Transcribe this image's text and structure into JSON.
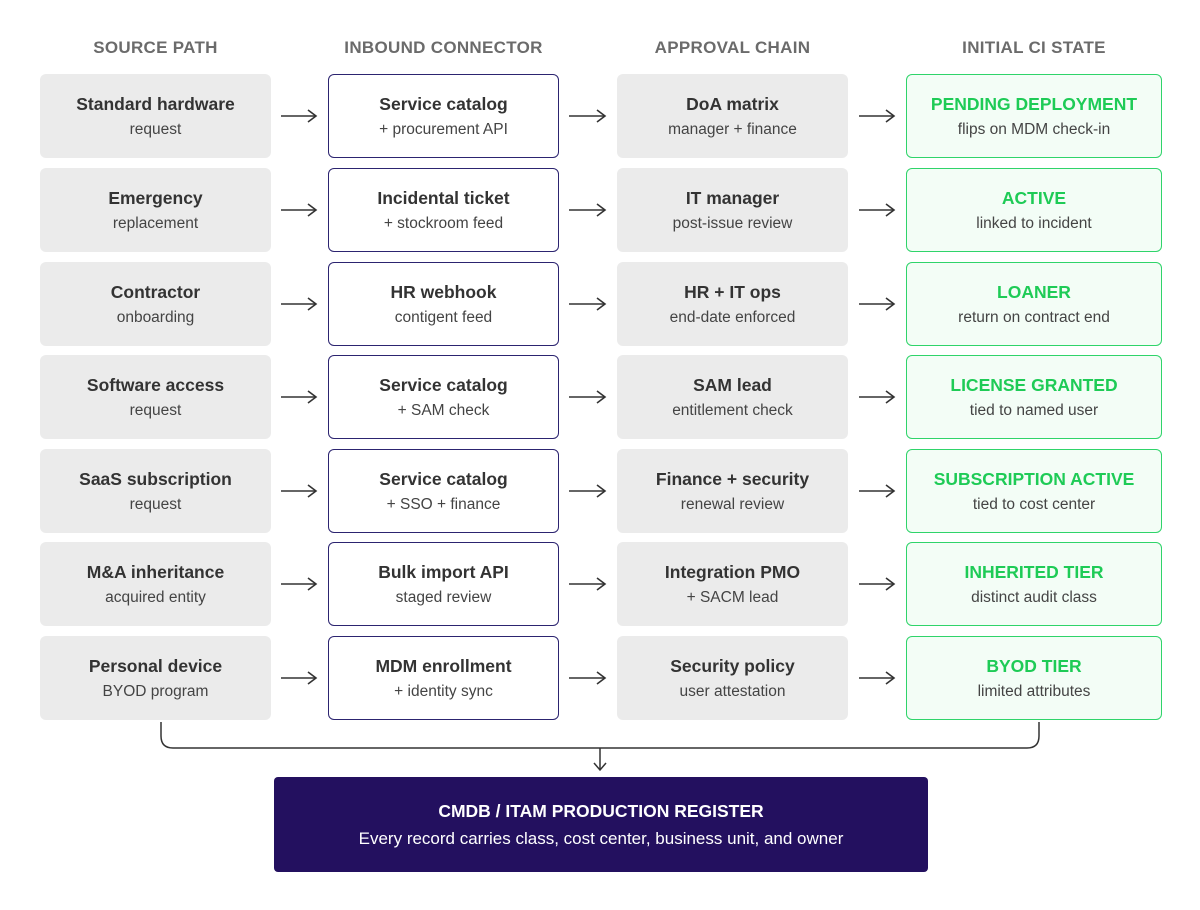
{
  "headers": [
    "SOURCE PATH",
    "INBOUND CONNECTOR",
    "APPROVAL CHAIN",
    "INITIAL CI STATE"
  ],
  "colors": {
    "connector_border": "#2c2470",
    "state_green": "#1ecb56",
    "register_bg": "#23105f",
    "neutral_box": "#ebebeb"
  },
  "rows": [
    {
      "source": {
        "title": "Standard hardware",
        "sub": "request"
      },
      "connector": {
        "title": "Service catalog",
        "sub": "+ procurement API"
      },
      "approval": {
        "title": "DoA matrix",
        "sub": "manager + finance"
      },
      "state": {
        "title": "PENDING DEPLOYMENT",
        "sub": "flips on MDM check-in"
      }
    },
    {
      "source": {
        "title": "Emergency",
        "sub": "replacement"
      },
      "connector": {
        "title": "Incidental ticket",
        "sub": "+ stockroom feed"
      },
      "approval": {
        "title": "IT manager",
        "sub": "post-issue review"
      },
      "state": {
        "title": "ACTIVE",
        "sub": "linked to incident"
      }
    },
    {
      "source": {
        "title": "Contractor",
        "sub": "onboarding"
      },
      "connector": {
        "title": "HR webhook",
        "sub": "contigent feed"
      },
      "approval": {
        "title": "HR + IT ops",
        "sub": "end-date enforced"
      },
      "state": {
        "title": "LOANER",
        "sub": "return on contract end"
      }
    },
    {
      "source": {
        "title": "Software access",
        "sub": "request"
      },
      "connector": {
        "title": "Service catalog",
        "sub": "+ SAM check"
      },
      "approval": {
        "title": "SAM lead",
        "sub": "entitlement check"
      },
      "state": {
        "title": "LICENSE GRANTED",
        "sub": "tied to named user"
      }
    },
    {
      "source": {
        "title": "SaaS subscription",
        "sub": "request"
      },
      "connector": {
        "title": "Service catalog",
        "sub": "+ SSO + finance"
      },
      "approval": {
        "title": "Finance + security",
        "sub": "renewal review"
      },
      "state": {
        "title": "SUBSCRIPTION ACTIVE",
        "sub": "tied to cost center"
      }
    },
    {
      "source": {
        "title": "M&A inheritance",
        "sub": "acquired entity"
      },
      "connector": {
        "title": "Bulk import API",
        "sub": "staged review"
      },
      "approval": {
        "title": "Integration PMO",
        "sub": "+ SACM lead"
      },
      "state": {
        "title": "INHERITED TIER",
        "sub": "distinct audit class"
      }
    },
    {
      "source": {
        "title": "Personal device",
        "sub": "BYOD program"
      },
      "connector": {
        "title": "MDM enrollment",
        "sub": "+ identity sync"
      },
      "approval": {
        "title": "Security policy",
        "sub": "user attestation"
      },
      "state": {
        "title": "BYOD TIER",
        "sub": "limited attributes"
      }
    }
  ],
  "register": {
    "title": "CMDB / ITAM PRODUCTION REGISTER",
    "subtitle": "Every record carries class, cost center, business unit, and owner"
  }
}
